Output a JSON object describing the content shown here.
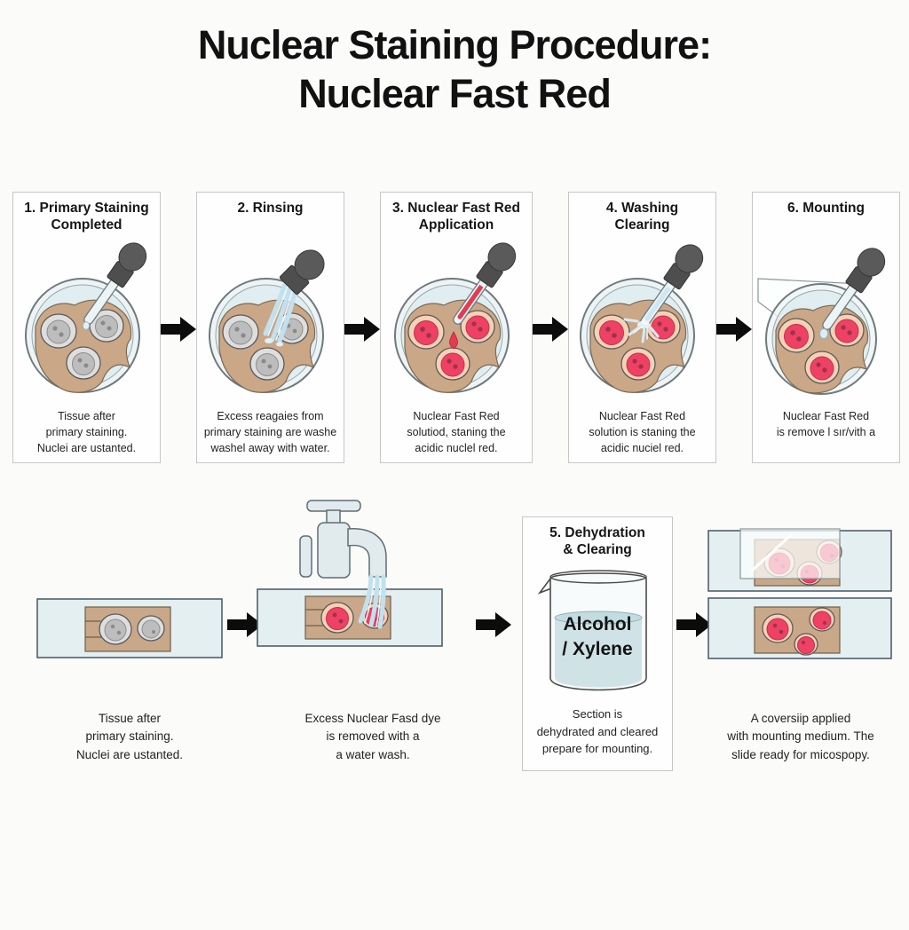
{
  "title": {
    "line1": "Nuclear Staining Procedure:",
    "line2": "Nuclear Fast Red"
  },
  "colors": {
    "background": "#fbfbfa",
    "panel_border": "#c6c6c6",
    "arrow_black": "#0c0c0c",
    "tissue_tan": "#c9a787",
    "dish_water_blue": "#e0eef1",
    "unstained_cell_gray": "#bdbdbd",
    "stained_cell_red": "#ee4164",
    "stained_cell_rim_peach": "#f4d2b6",
    "nuclear_fast_red_dye": "#e43a52",
    "wash_water_blue": "#c2e1ef",
    "dropper_bulb_gray": "#5a5a5a"
  },
  "steps_top": [
    {
      "title_lines": [
        "1. Primary Staining",
        "Completed"
      ],
      "caption_lines": [
        "Tissue after",
        "primary staining.",
        "Nuclei are ustanted."
      ]
    },
    {
      "title_lines": [
        "2. Rinsing",
        ""
      ],
      "caption_lines": [
        "Excess reagaies from",
        "primary staining are washe",
        "washel away with water."
      ]
    },
    {
      "title_lines": [
        "3. Nuclear Fast Red",
        "Application"
      ],
      "caption_lines": [
        "Nuclear Fast Red",
        "solutiod, staning the",
        "acidic nuclel red."
      ]
    },
    {
      "title_lines": [
        "4. Washing",
        "Clearing"
      ],
      "caption_lines": [
        "Nuclear Fast Red",
        "solution is staning the",
        "acidic nuciel red."
      ]
    },
    {
      "title_lines": [
        "6. Mounting",
        ""
      ],
      "caption_lines": [
        "Nuclear Fast Red",
        "is remove l sır/vith a",
        ""
      ]
    }
  ],
  "steps_bottom": [
    {
      "caption_lines": [
        "Tissue after",
        "primary staining.",
        "Nuclei are ustanted."
      ]
    },
    {
      "caption_lines": [
        "Excess Nuclear Fasd dye",
        "is removed with a",
        "a water wash."
      ]
    },
    {
      "title_lines": [
        "5. Dehydration",
        "& Clearing"
      ],
      "beaker_label_lines": [
        "Alcohol",
        "/ Xylene"
      ],
      "caption_lines": [
        "Section is",
        "dehydrated and cleared",
        "prepare for mounting."
      ]
    },
    {
      "caption_lines": [
        "A coversiip applied",
        "with mounting medium. The",
        "slide ready for micospopy."
      ]
    }
  ]
}
